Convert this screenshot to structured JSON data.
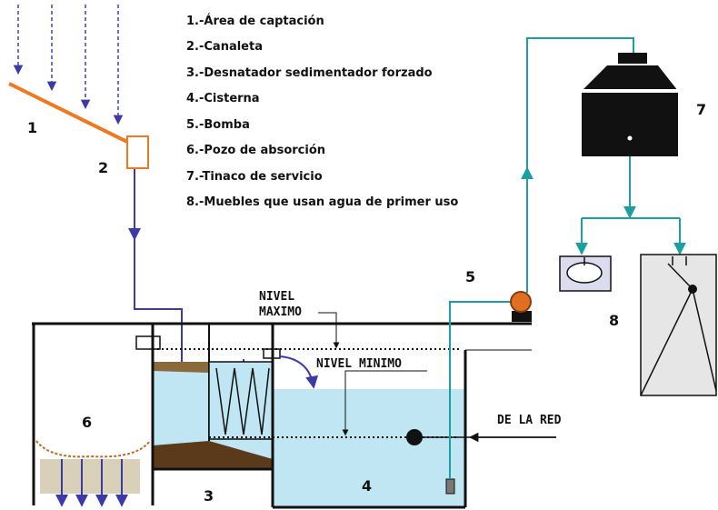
{
  "legend": {
    "items": [
      "1.-Área de captación",
      "2.-Canaleta",
      "3.-Desnatador sedimentador forzado",
      "4.-Cisterna",
      "5.-Bomba",
      "6.-Pozo de absorción",
      "7.-Tinaco de servicio",
      "8.-Muebles que usan agua de primer uso"
    ]
  },
  "markers": {
    "n1": "1",
    "n2": "2",
    "n3": "3",
    "n4": "4",
    "n5": "5",
    "n6": "6",
    "n7": "7",
    "n8": "8"
  },
  "labels": {
    "nivel_maximo_1": "NIVEL",
    "nivel_maximo_2": "MAXIMO",
    "nivel_minimo": "NIVEL MINIMO",
    "de_la_red": "DE LA RED"
  },
  "colors": {
    "roof": "#f07820",
    "rain": "#4040c0",
    "pump_pipe": "#1aa0a0",
    "water": "#bfe6f2",
    "pump": "#e07020",
    "tank": "#111111",
    "sediment": "#5a3a1a",
    "gravel": "#d8d0b8"
  }
}
